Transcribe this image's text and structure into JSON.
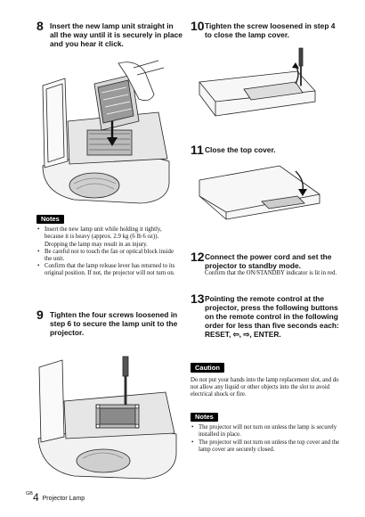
{
  "steps": {
    "s8": {
      "num": "8",
      "text": "Insert the new lamp unit straight in all the way until it is securely in place and you hear it click."
    },
    "s9": {
      "num": "9",
      "text": "Tighten the four screws loosened in step 6 to secure the lamp unit to the projector."
    },
    "s10": {
      "num": "10",
      "text": "Tighten the screw loosened in step 4 to close the lamp cover."
    },
    "s11": {
      "num": "11",
      "text": "Close the top cover."
    },
    "s12": {
      "num": "12",
      "text": "Connect the power cord and set the projector to standby mode.",
      "extra": "Confirm that the ON/STANDBY indicator is lit in red."
    },
    "s13": {
      "num": "13",
      "text": "Pointing the remote control at the projector, press the following buttons on the remote control in the following order for less than five seconds each: RESET, ⇦, ⇨, ENTER."
    }
  },
  "notes1": {
    "label": "Notes",
    "items": [
      "Insert the new lamp unit while holding it tightly, because it is heavy (approx. 2.9 kg (6 lb 6 oz)). Dropping the lamp may result in an injury.",
      "Be careful not to touch the fan or optical block inside the unit.",
      "Confirm that the lamp release lever has returned to its original position. If not, the projector will not turn on."
    ]
  },
  "caution": {
    "label": "Caution",
    "text": "Do not put your hands into the lamp replacement slot, and do not allow any liquid or other objects into the slot to avoid electrical shock or fire."
  },
  "notes2": {
    "label": "Notes",
    "items": [
      "The projector will not turn on unless the lamp is securely installed in place.",
      "The projector will not turn on unless the top cover and the lamp cover are securely closed."
    ]
  },
  "footer": {
    "page_prefix": "GB",
    "page_number": "4",
    "section": "Projector Lamp"
  }
}
